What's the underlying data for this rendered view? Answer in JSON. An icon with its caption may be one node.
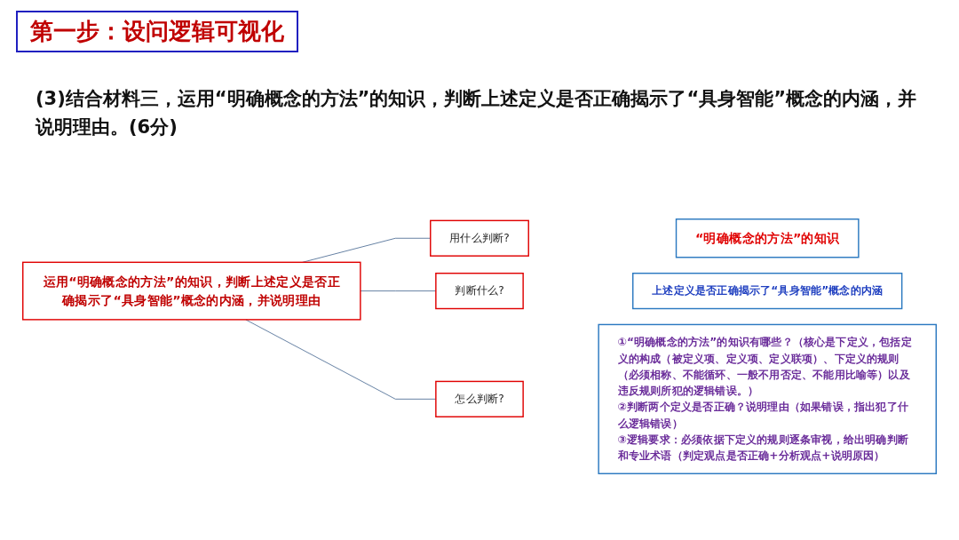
{
  "diagram": {
    "title": "第一步：设问逻辑可视化",
    "nodes": [
      {
        "text": [
          "运用“明确概念的方法”的知识，判断上述定义是否正确揭示了“具身智能”概念的内涵，并说明理由"
        ]
      },
      {
        "text": [
          "用什么判断?"
        ]
      },
      {
        "text": [
          "“明确概念的方法”的知识"
        ]
      },
      {
        "text": [
          "判断什么?"
        ]
      },
      {
        "text": [
          "上述定义是否正确揭示了“具身智能”概念的内涵"
        ]
      },
      {
        "text": [
          "怎么判断?"
        ]
      },
      {
        "text": [
          "①“明确概念的方法”的知识有哪些？（核心是下定义，包括定义的构成（被定义项、定义项、定义联项）、下定义的规则（必须相称、不能循环、一般不用否定、不能用比喻等）以及违反规则所犯的逻辑错误。）",
          "②判断两个定义是否正确？说明理由（如果错误，指出犯了什么逻辑错误）",
          "③逻辑要求：必须依据下定义的规则逐条审视，给出明确判断和专业术语（判定观点是否正确+分析观点+说明原因）"
        ]
      }
    ],
    "edges": [
      {
        "from": 0,
        "to": 1,
        "arrow": "none"
      },
      {
        "from": 0,
        "to": 3,
        "arrow": "none"
      },
      {
        "from": 0,
        "to": 5,
        "arrow": "none"
      }
    ],
    "labels": [
      "(3)结合材料三，运用“明确概念的方法”的知识，判断上述定义是否正确揭示了“具身智能”概念的内涵，并说明理由。(6分)"
    ]
  }
}
